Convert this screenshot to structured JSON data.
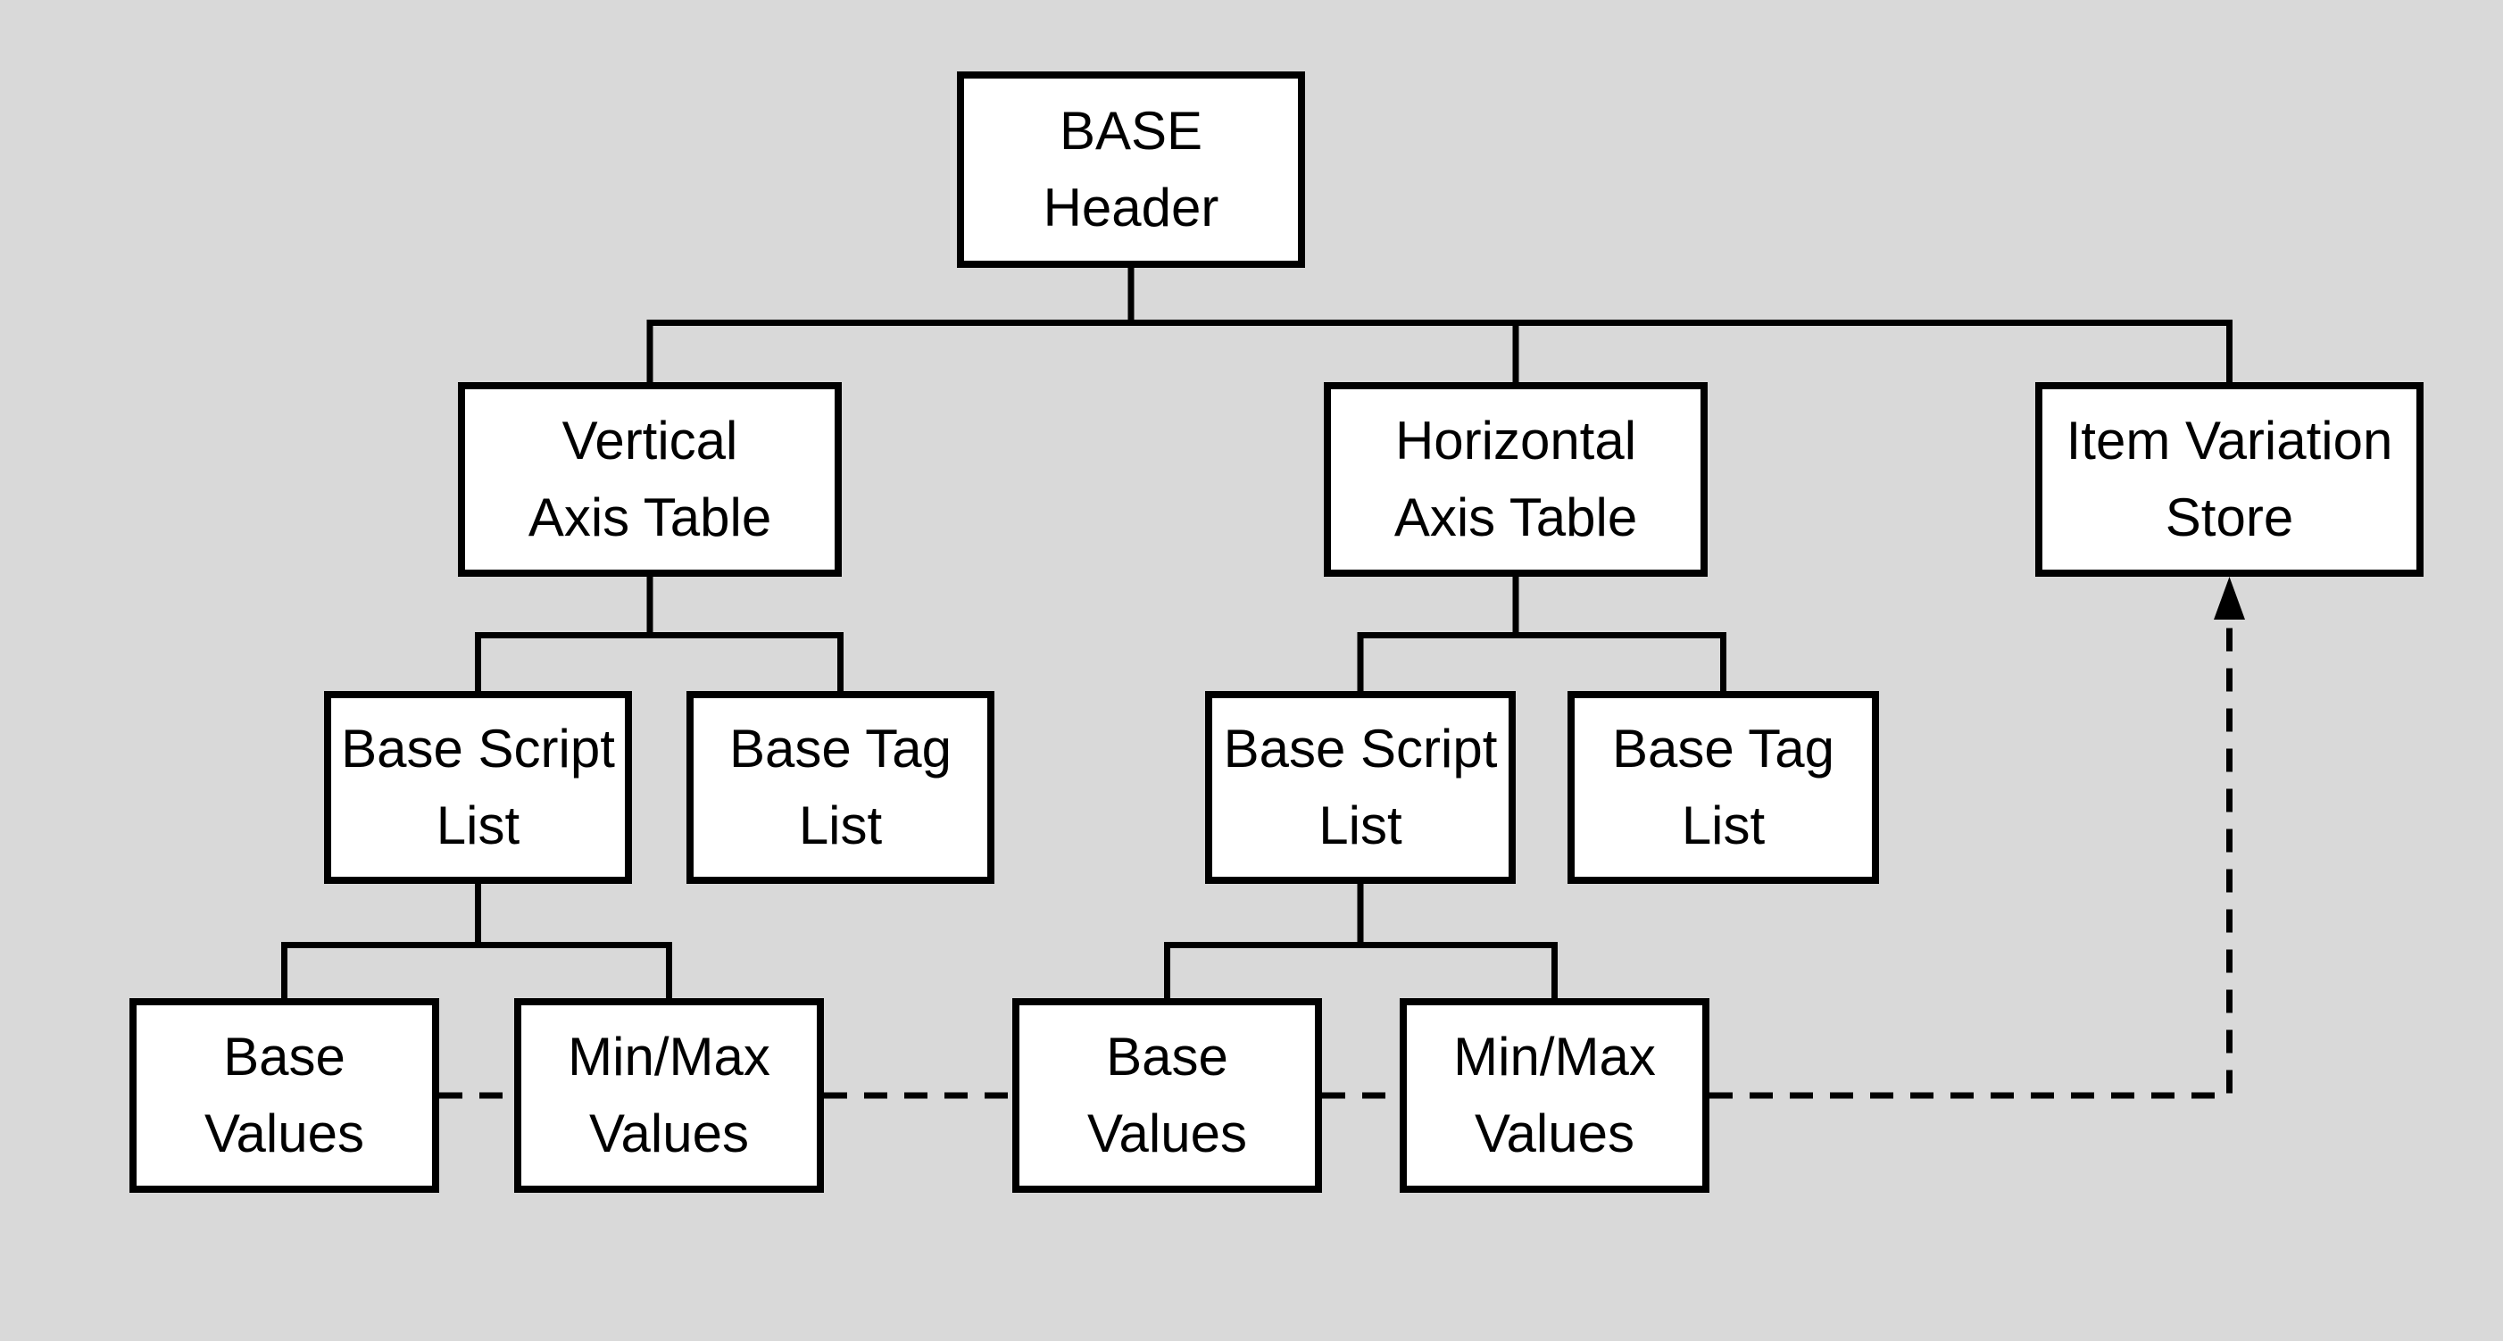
{
  "colors": {
    "background": "#d9d9d9",
    "node_fill": "#ffffff",
    "node_border": "#000000",
    "connector": "#000000",
    "text": "#000000"
  },
  "diagram": {
    "type": "hierarchy-flowchart",
    "nodes": {
      "base_header": {
        "label": "BASE\nHeader"
      },
      "vertical_axis_table": {
        "label": "Vertical\nAxis Table"
      },
      "horizontal_axis_table": {
        "label": "Horizontal\nAxis Table"
      },
      "item_variation_store": {
        "label": "Item Variation\nStore"
      },
      "v_base_script_list": {
        "label": "Base Script\nList"
      },
      "v_base_tag_list": {
        "label": "Base Tag\nList"
      },
      "h_base_script_list": {
        "label": "Base Script\nList"
      },
      "h_base_tag_list": {
        "label": "Base Tag\nList"
      },
      "v_base_values": {
        "label": "Base\nValues"
      },
      "v_minmax_values": {
        "label": "Min/Max\nValues"
      },
      "h_base_values": {
        "label": "Base\nValues"
      },
      "h_minmax_values": {
        "label": "Min/Max\nValues"
      }
    },
    "edges": [
      {
        "from": "base_header",
        "to": "vertical_axis_table",
        "style": "solid"
      },
      {
        "from": "base_header",
        "to": "horizontal_axis_table",
        "style": "solid"
      },
      {
        "from": "base_header",
        "to": "item_variation_store",
        "style": "solid"
      },
      {
        "from": "vertical_axis_table",
        "to": "v_base_script_list",
        "style": "solid"
      },
      {
        "from": "vertical_axis_table",
        "to": "v_base_tag_list",
        "style": "solid"
      },
      {
        "from": "horizontal_axis_table",
        "to": "h_base_script_list",
        "style": "solid"
      },
      {
        "from": "horizontal_axis_table",
        "to": "h_base_tag_list",
        "style": "solid"
      },
      {
        "from": "v_base_script_list",
        "to": "v_base_values",
        "style": "solid"
      },
      {
        "from": "v_base_script_list",
        "to": "v_minmax_values",
        "style": "solid"
      },
      {
        "from": "h_base_script_list",
        "to": "h_base_values",
        "style": "solid"
      },
      {
        "from": "h_base_script_list",
        "to": "h_minmax_values",
        "style": "solid"
      },
      {
        "from": "v_base_values",
        "to": "v_minmax_values",
        "style": "dashed"
      },
      {
        "from": "v_minmax_values",
        "to": "h_base_values",
        "style": "dashed"
      },
      {
        "from": "h_base_values",
        "to": "h_minmax_values",
        "style": "dashed"
      },
      {
        "from": "h_minmax_values",
        "to": "item_variation_store",
        "style": "dashed-arrow"
      }
    ]
  }
}
